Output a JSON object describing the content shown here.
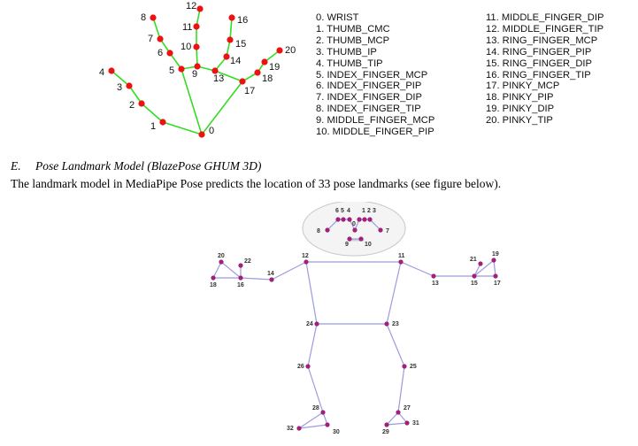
{
  "hand_figure": {
    "node_labels": [
      "0",
      "1",
      "2",
      "3",
      "4",
      "5",
      "6",
      "7",
      "8",
      "9",
      "10",
      "11",
      "12",
      "13",
      "14",
      "15",
      "16",
      "17",
      "18",
      "19",
      "20"
    ],
    "node_color": "#ee1111",
    "edge_color": "#33dd22"
  },
  "hand_legend": {
    "column_1": [
      "0. WRIST",
      "1. THUMB_CMC",
      "2. THUMB_MCP",
      "3. THUMB_IP",
      "4. THUMB_TIP",
      "5. INDEX_FINGER_MCP",
      "6. INDEX_FINGER_PIP",
      "7. INDEX_FINGER_DIP",
      "8. INDEX_FINGER_TIP",
      "9. MIDDLE_FINGER_MCP",
      "10. MIDDLE_FINGER_PIP"
    ],
    "column_2": [
      "11. MIDDLE_FINGER_DIP",
      "12. MIDDLE_FINGER_TIP",
      "13. RING_FINGER_MCP",
      "14. RING_FINGER_PIP",
      "15. RING_FINGER_DIP",
      "16. RING_FINGER_TIP",
      "17. PINKY_MCP",
      "18. PINKY_PIP",
      "19. PINKY_DIP",
      "20. PINKY_TIP"
    ]
  },
  "section": {
    "letter": "E.",
    "title": "Pose Landmark Model (BlazePose GHUM 3D)",
    "body": "The landmark model in MediaPipe Pose predicts the location of 33 pose landmarks (see figure below)."
  },
  "pose_figure": {
    "node_labels": [
      "0",
      "1",
      "2",
      "3",
      "4",
      "5",
      "6",
      "7",
      "8",
      "9",
      "10",
      "11",
      "12",
      "13",
      "14",
      "15",
      "16",
      "17",
      "18",
      "19",
      "20",
      "21",
      "22",
      "23",
      "24",
      "25",
      "26",
      "27",
      "28",
      "29",
      "30",
      "31",
      "32"
    ],
    "node_color": "#a0207a",
    "edge_color": "#9b9be0"
  }
}
